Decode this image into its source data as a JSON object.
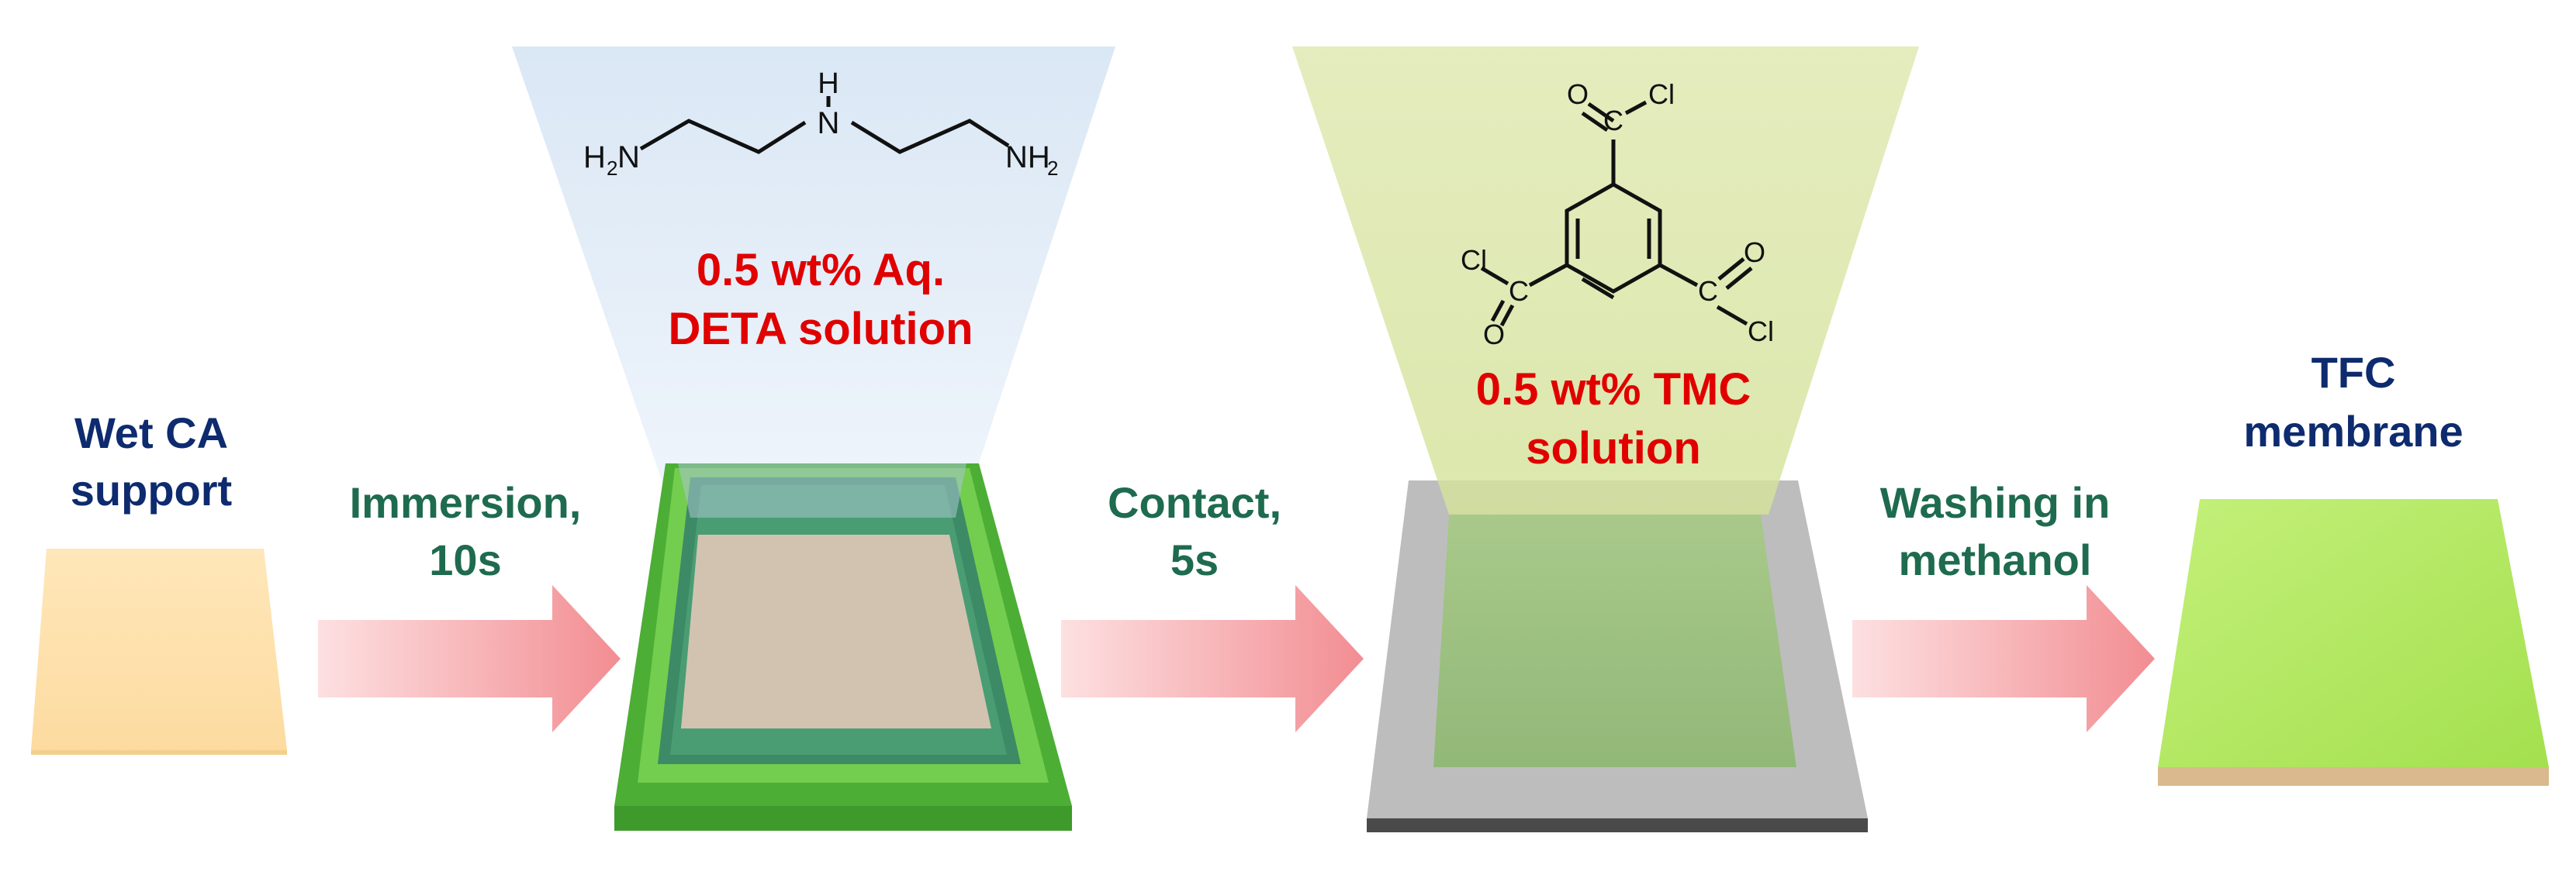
{
  "steps": {
    "support": {
      "line1": "Wet CA",
      "line2": "support"
    },
    "step1": {
      "line1": "Immersion,",
      "line2": "10s"
    },
    "amine": {
      "line1": "0.5 wt% Aq.",
      "line2": "DETA solution"
    },
    "step2": {
      "line1": "Contact,",
      "line2": "5s"
    },
    "chloride": {
      "line1": "0.5 wt% TMC",
      "line2": "solution"
    },
    "step3": {
      "line1": "Washing in",
      "line2": "methanol"
    },
    "product": {
      "line1": "TFC",
      "line2": "membrane"
    }
  },
  "molecules": {
    "deta": {
      "left_h": "H",
      "left_sub": "2",
      "left_n": "N",
      "center_h": "H",
      "center_n": "N",
      "right_n": "NH",
      "right_sub": "2"
    },
    "tmc": {
      "o": "O",
      "cl": "Cl",
      "c": "C"
    }
  },
  "colors": {
    "support_label": "#0d2b6e",
    "step_label": "#1e6b4f",
    "solution_label": "#e00000",
    "arrow": "#f4a3a6",
    "tray_green": "#6cc64a",
    "frame_gray": "#bcbcbc",
    "membrane_green": "#b2ea5e",
    "ca_support": "#fde3ad"
  }
}
